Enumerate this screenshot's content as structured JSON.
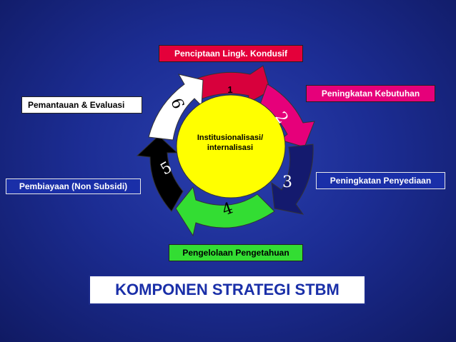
{
  "diagram": {
    "center_text_line1": "Institusionalisasi/",
    "center_text_line2": "internalisasi",
    "segments": [
      {
        "number": "1",
        "color": "#d8003c"
      },
      {
        "number": "2",
        "color": "#e6007a"
      },
      {
        "number": "3",
        "color": "#141a6e"
      },
      {
        "number": "4",
        "color": "#33dd33"
      },
      {
        "number": "5",
        "color": "#000000"
      },
      {
        "number": "6",
        "color": "#ffffff"
      }
    ],
    "center_color": "#ffff00"
  },
  "labels": {
    "kondusif": "Penciptaan Lingk. Kondusif",
    "kebutuhan": "Peningkatan Kebutuhan",
    "pemantauan": "Pemantauan & Evaluasi",
    "penyediaan": "Peningkatan Penyediaan",
    "pembiayaan": "Pembiayaan (Non Subsidi)",
    "pengelolaan": "Pengelolaan Pengetahuan"
  },
  "title": "KOMPONEN STRATEGI STBM"
}
